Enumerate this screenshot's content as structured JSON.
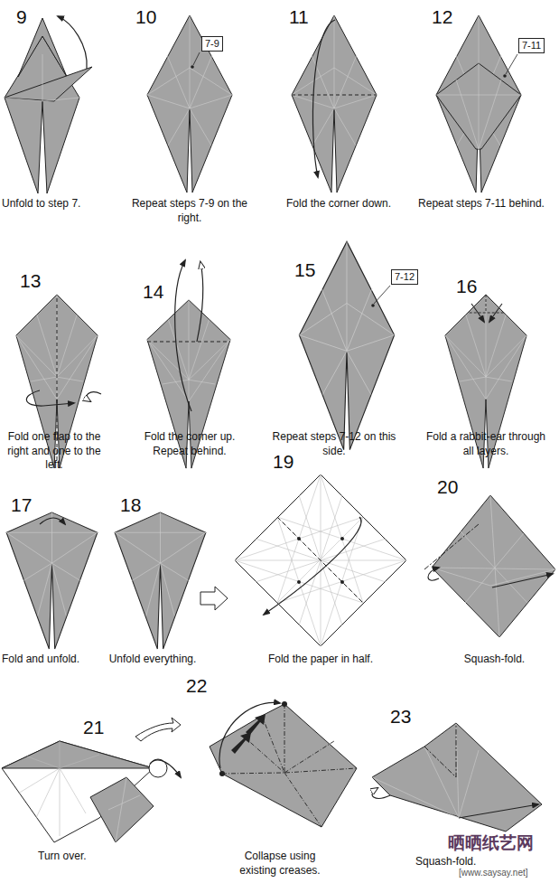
{
  "diagram": {
    "nodes": [
      {
        "text": [
          "7-9"
        ]
      },
      {
        "text": [
          "7-11"
        ]
      },
      {
        "text": [
          "7-12"
        ]
      }
    ],
    "labels": [
      "9",
      "Unfold to step 7.",
      "10",
      "Repeat steps 7-9 on the right.",
      "11",
      "Fold the corner down.",
      "12",
      "Repeat steps 7-11 behind.",
      "13",
      "Fold one flap to the right and one to the left.",
      "14",
      "Fold the corner up. Repeat behind.",
      "15",
      "Repeat steps 7-12 on this side.",
      "16",
      "Fold a rabbit-ear through all layers.",
      "17",
      "Fold and unfold.",
      "18",
      "Unfold everything.",
      "19",
      "Fold the paper in half.",
      "20",
      "Squash-fold.",
      "21",
      "Turn over.",
      "22",
      "Collapse using existing creases.",
      "23",
      "Squash-fold.",
      "晒晒纸艺网",
      "[www.saysay.net]"
    ]
  }
}
